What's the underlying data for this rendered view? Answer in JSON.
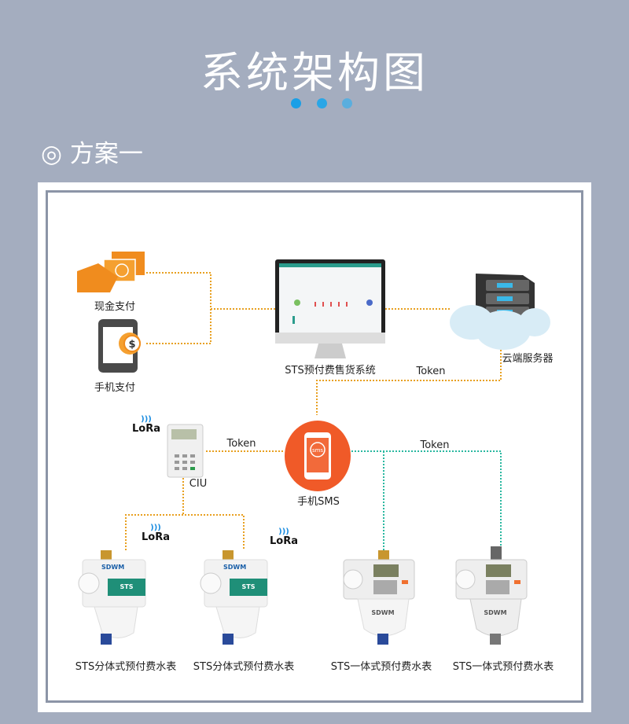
{
  "header": {
    "title": "系统架构图",
    "scheme": "◎ 方案一"
  },
  "colors": {
    "background": "#a4adbf",
    "orange_line": "#e8a020",
    "teal_line": "#2ab8a0",
    "sms": "#f05a28",
    "accent_dots": [
      "#1a9fe6",
      "#2aa6e6",
      "#5aaede"
    ]
  },
  "nodes": {
    "cash": "现金支付",
    "mobile_pay": "手机支付",
    "vending": "STS预付费售货系统",
    "cloud": "云端服务器",
    "sms": "手机SMS",
    "sms_icon_text": "sms",
    "ciu": "CIU",
    "lora": "LoRa",
    "meters": [
      "STS分体式预付费水表",
      "STS分体式预付费水表",
      "STS一体式预付费水表",
      "STS一体式预付费水表"
    ],
    "meter_brand": "SDWM",
    "meter_badge": "STS"
  },
  "edges": {
    "token": "Token"
  }
}
